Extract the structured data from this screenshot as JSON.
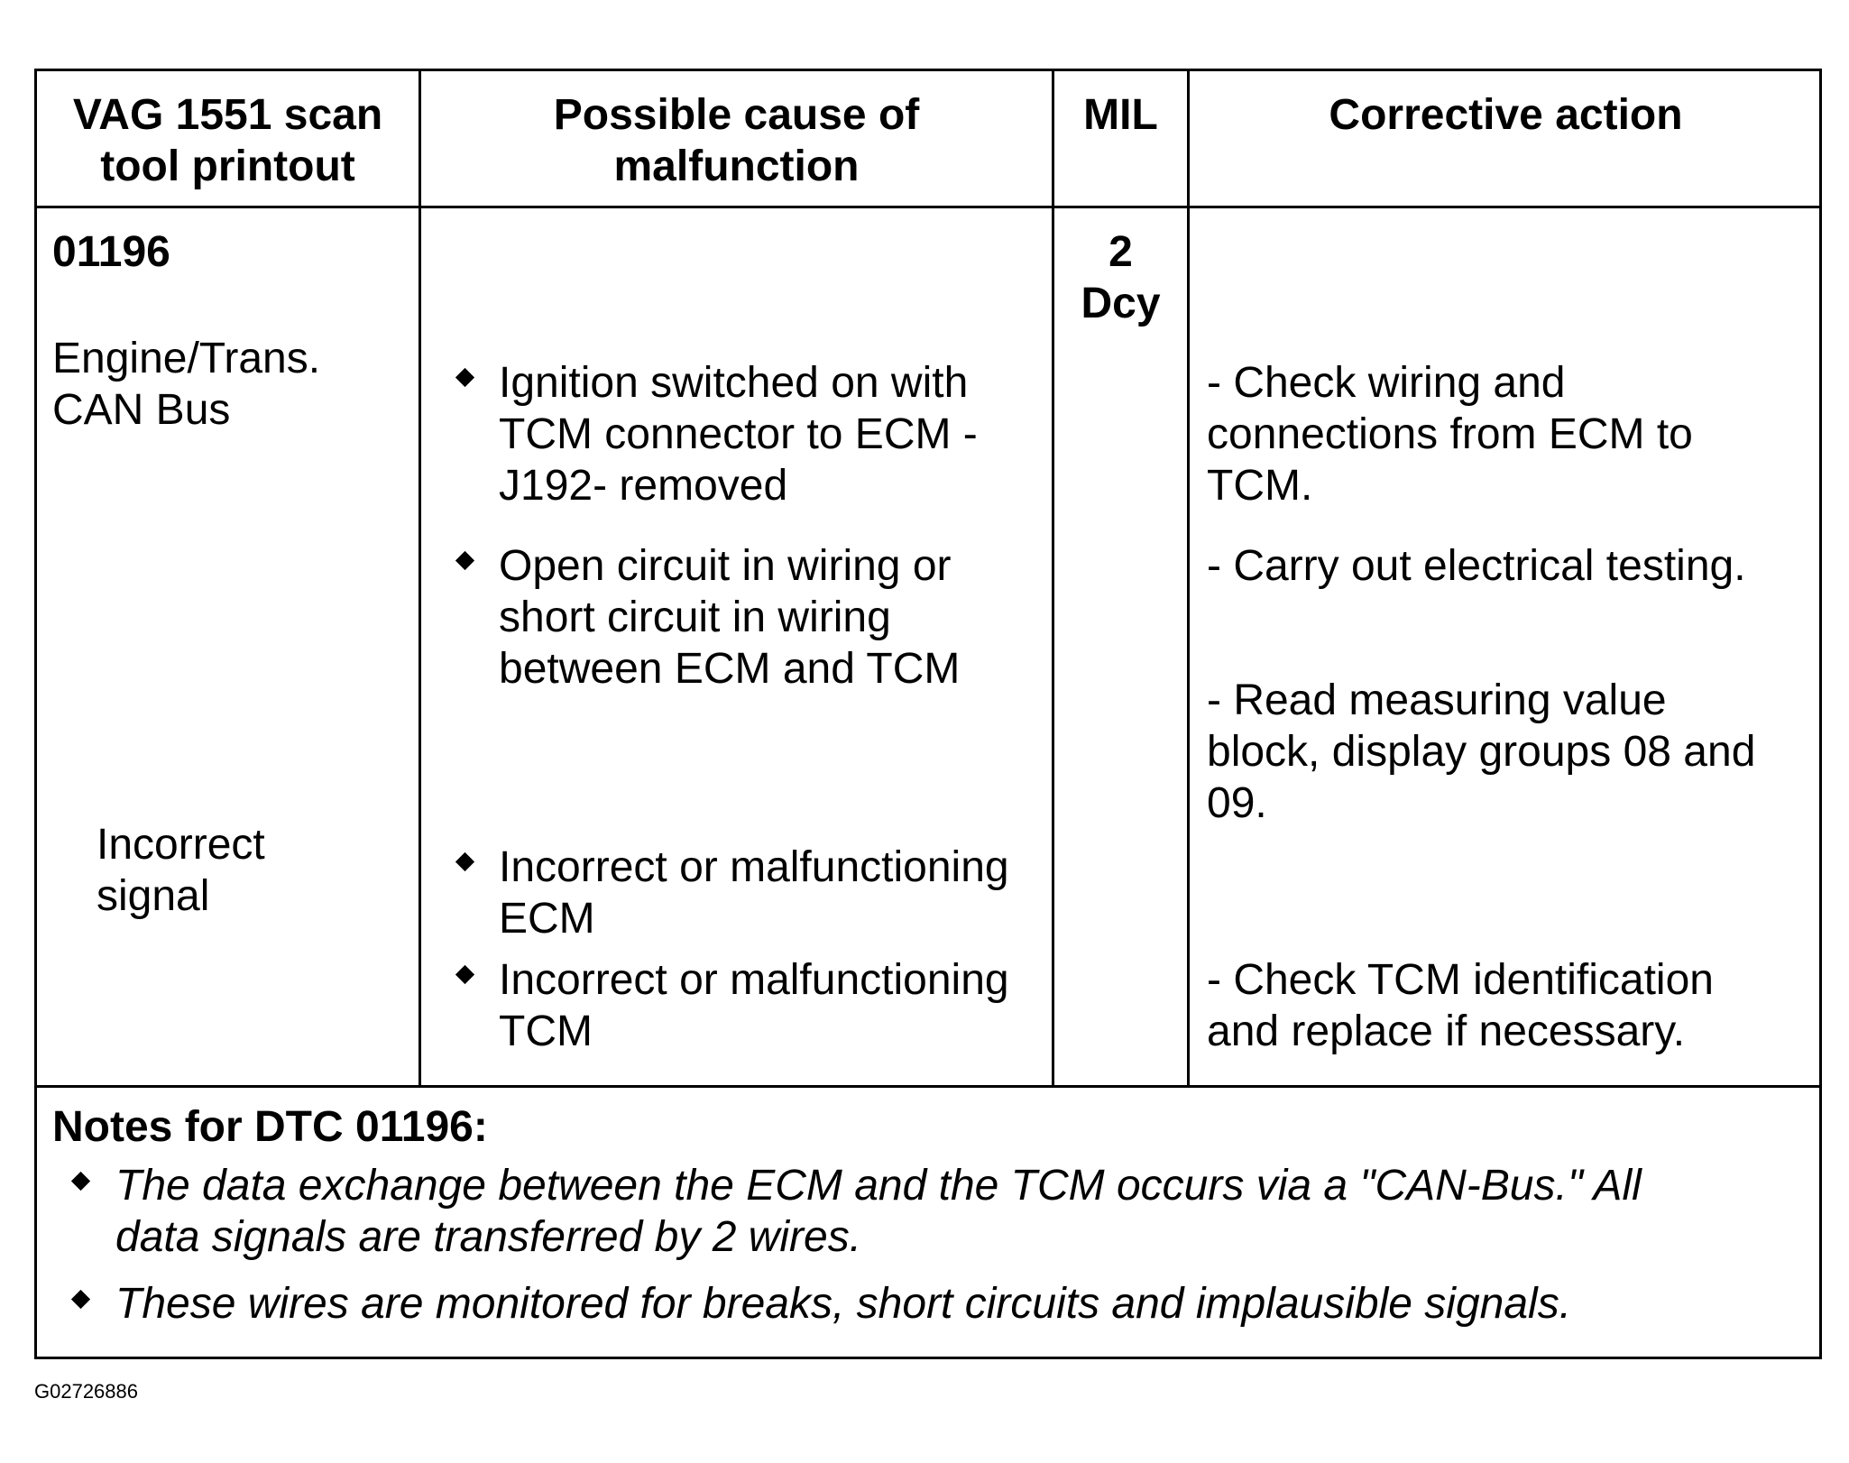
{
  "header": {
    "col1": [
      "VAG 1551 scan",
      "tool printout"
    ],
    "col2": [
      "Possible cause of",
      "malfunction"
    ],
    "col3": "MIL",
    "col4": "Corrective action"
  },
  "row": {
    "code": "01196",
    "mil": [
      "2",
      "Dcy"
    ],
    "component": [
      "Engine/Trans.",
      "CAN Bus"
    ],
    "condition": [
      "Incorrect",
      "signal"
    ],
    "causes": [
      [
        "Ignition switched on with",
        "TCM connector to ECM -",
        "J192- removed"
      ],
      [
        "Open circuit in wiring or",
        "short circuit in wiring",
        "between ECM and TCM"
      ],
      [
        "Incorrect or malfunctioning",
        "ECM"
      ],
      [
        "Incorrect or malfunctioning",
        "TCM"
      ]
    ],
    "actions": [
      [
        "- Check wiring and",
        "connections from ECM to",
        "TCM."
      ],
      [
        "- Carry out electrical testing."
      ],
      [
        "- Read measuring value",
        "block, display groups 08 and",
        "09."
      ],
      [
        "- Check TCM identification",
        "and replace if necessary."
      ]
    ]
  },
  "notes": {
    "title": "Notes for DTC 01196:",
    "items": [
      [
        "The data exchange between the ECM and the TCM occurs via a \"CAN-Bus.\" All",
        "data signals are transferred by 2 wires."
      ],
      [
        "These wires are monitored for breaks, short circuits and implausible signals."
      ]
    ]
  },
  "figure_id": "G02726886"
}
